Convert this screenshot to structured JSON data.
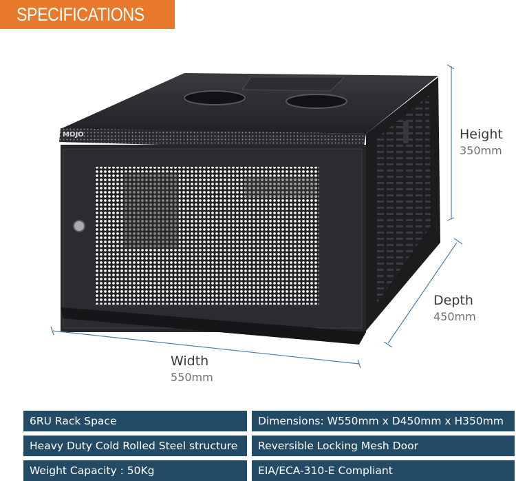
{
  "banner": {
    "title": "SPECIFICATIONS",
    "color": "#e8782a"
  },
  "product": {
    "brand": "MOJO",
    "body_color": "#1c1d1f"
  },
  "dimensions": {
    "height": {
      "label": "Height",
      "value": "350mm"
    },
    "depth": {
      "label": "Depth",
      "value": "450mm"
    },
    "width": {
      "label": "Width",
      "value": "550mm"
    }
  },
  "specs": {
    "color": "#244b66",
    "rows": [
      [
        "6RU Rack Space",
        "Dimensions: W550mm x D450mm x H350mm"
      ],
      [
        "Heavy Duty Cold Rolled Steel structure",
        "Reversible Locking Mesh Door"
      ],
      [
        "Weight Capacity : 50Kg",
        "EIA/ECA-310-E Compliant"
      ]
    ]
  }
}
